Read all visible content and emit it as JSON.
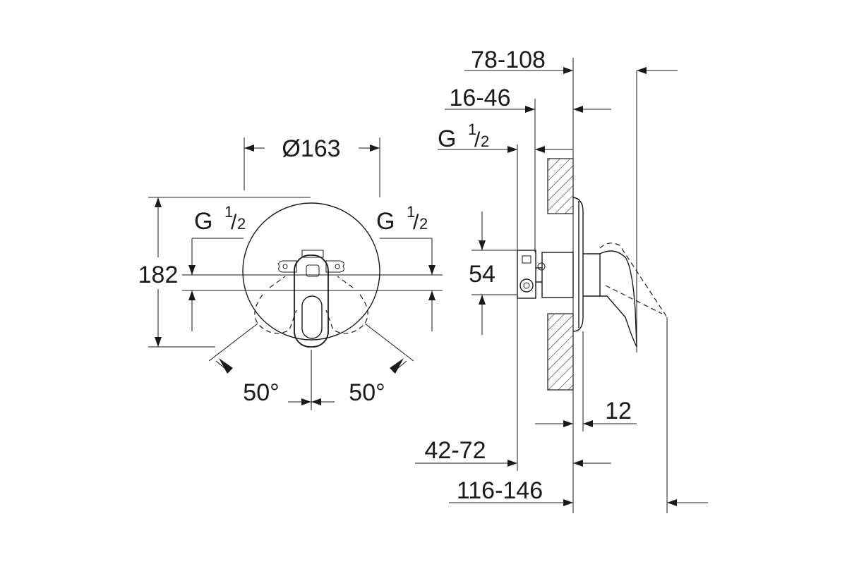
{
  "front_view": {
    "diameter": "Ø163",
    "height": "182",
    "thread_left": {
      "letter": "G",
      "num": "1",
      "slash": "/",
      "den": "2"
    },
    "thread_right": {
      "letter": "G",
      "num": "1",
      "slash": "/",
      "den": "2"
    },
    "angle_left": "50°",
    "angle_right": "50°"
  },
  "side_view": {
    "dim_78_108": "78-108",
    "dim_16_46": "16-46",
    "thread": {
      "letter": "G",
      "num": "1",
      "slash": "/",
      "den": "2"
    },
    "dim_54": "54",
    "dim_12": "12",
    "dim_42_72": "42-72",
    "dim_116_146": "116-146"
  }
}
